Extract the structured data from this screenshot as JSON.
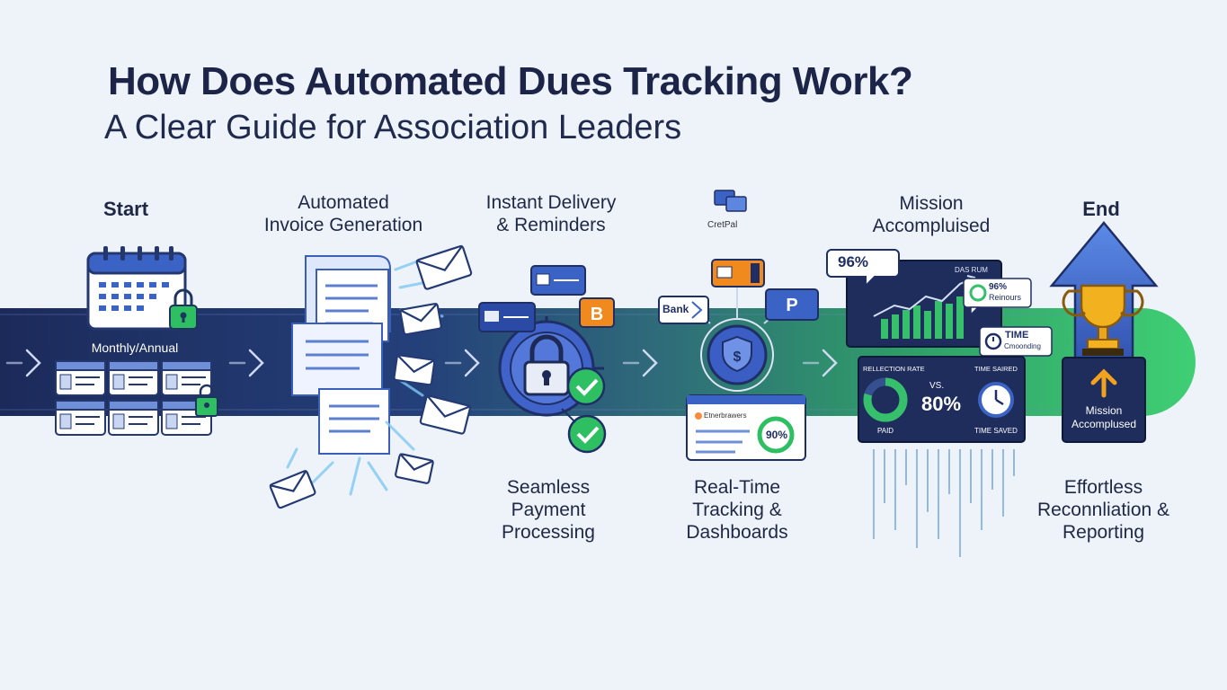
{
  "title": "How Does Automated Dues Tracking Work?",
  "subtitle": "A Clear Guide for Association Leaders",
  "colors": {
    "navy": "#1e2d5c",
    "blue": "#3a63c4",
    "green": "#34c06a",
    "orange": "#f08a1e",
    "bg": "#eef3fa"
  },
  "stages": {
    "start": {
      "label": "Start",
      "sub": "Monthly/Annual"
    },
    "invoice": {
      "label": "Automated\nInvoice Generation"
    },
    "delivery": {
      "label": "Instant Delivery\n& Reminders"
    },
    "payment": {
      "label": "Seamless\nPayment\nProcessing"
    },
    "tracking": {
      "label": "Real-Time\nTracking &\nDashboards",
      "provider": "CretPal",
      "bank": "Bank",
      "panel_text": "Etnerbrawers",
      "pct": "90%"
    },
    "mission": {
      "label": "Mission\nAccompluised",
      "bubble": "96%",
      "chart_label": "DAS RUM",
      "bubble2_value": "96%",
      "bubble2_text": "Reinours",
      "time_title": "TIME",
      "time_text": "Cmoonding",
      "rate_label": "RELLECTION RATE",
      "vs": "VS.",
      "pct": "80%",
      "time_saved": "TIME SAIRED",
      "paid": "PAID",
      "time_saved2": "TIME SAVED"
    },
    "end": {
      "label": "End",
      "mission_text": "Mission\nAccomplused"
    },
    "reconciliation": {
      "label": "Effortless\nReconnliation &\nReporting"
    }
  }
}
